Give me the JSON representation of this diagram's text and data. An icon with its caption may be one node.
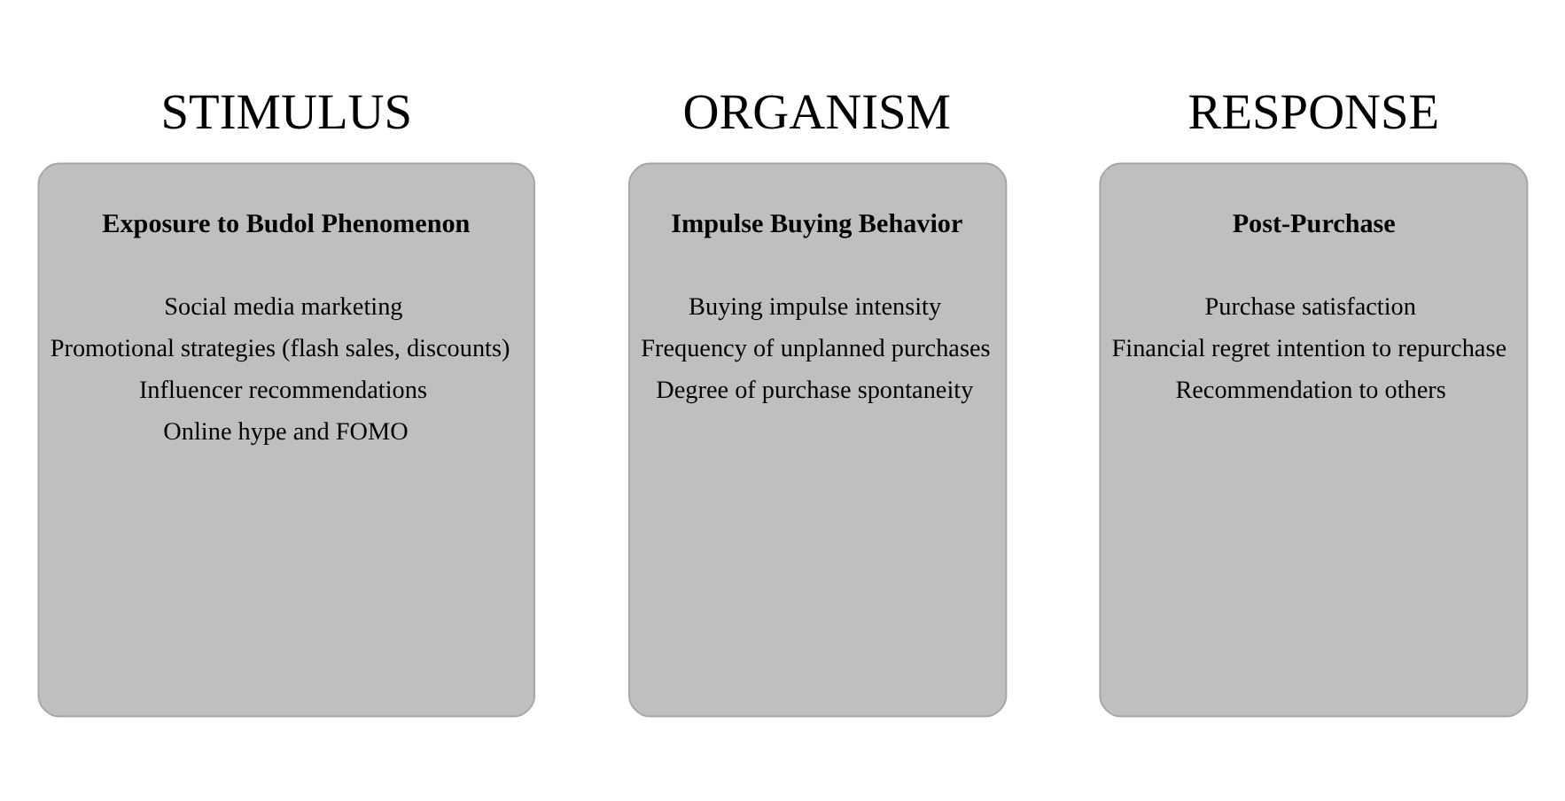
{
  "diagram": {
    "nodes": [
      {
        "text": [
          "STIMULUS",
          "Exposure to Budol Phenomenon",
          "Social media marketing",
          "Promotional strategies (flash sales, discounts)",
          "Influencer recommendations",
          "Online hype and FOMO"
        ]
      },
      {
        "text": [
          "ORGANISM",
          "Impulse Buying Behavior",
          "Buying impulse intensity",
          "Frequency of unplanned purchases",
          "Degree of purchase spontaneity"
        ]
      },
      {
        "text": [
          "RESPONSE",
          "Post-Purchase",
          "Purchase satisfaction",
          "Financial regret intention to repurchase",
          "Recommendation to others"
        ]
      }
    ],
    "edges": []
  }
}
